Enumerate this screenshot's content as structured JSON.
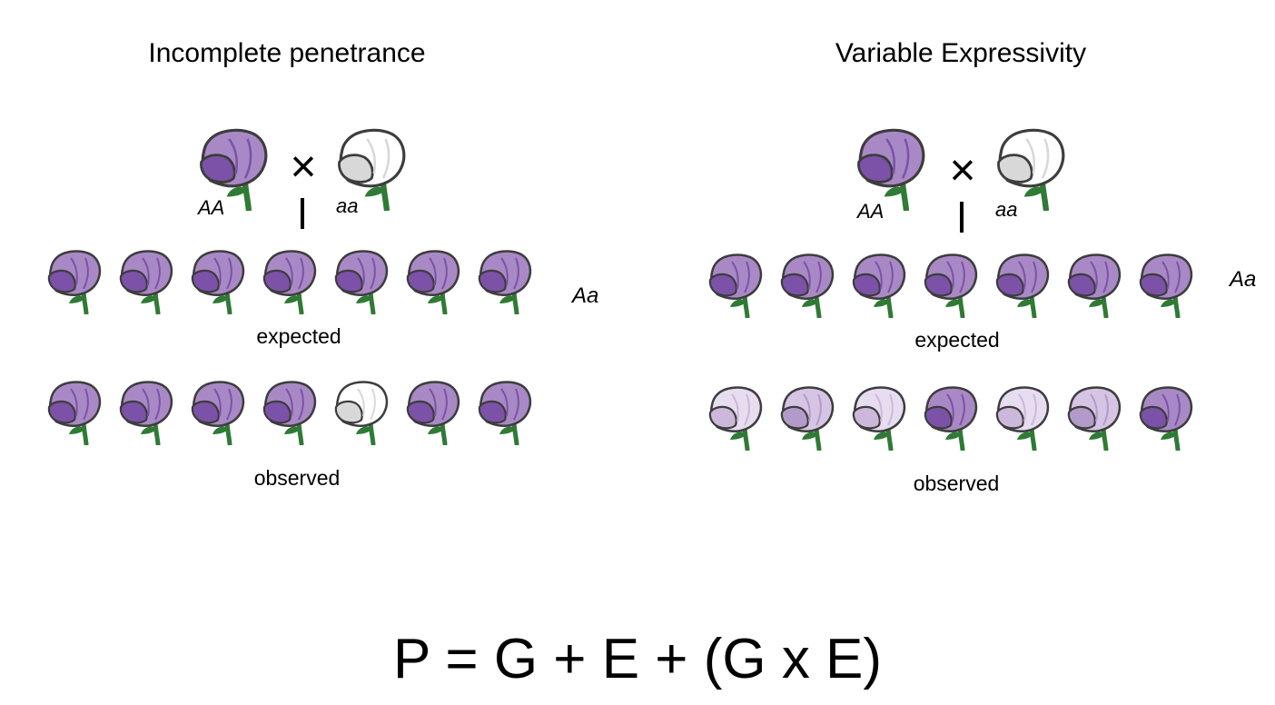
{
  "colors": {
    "purple_petal": "#a989c5",
    "purple_shade": "#7c52a8",
    "white_petal": "#ffffff",
    "white_shade": "#d8d8d8",
    "pale_petal": "#e8dcf0",
    "pale_shade": "#cbb8da",
    "light_petal": "#d6c4e4",
    "light_shade": "#b39bc9",
    "outline": "#3d3d3d",
    "stem": "#2f7a35"
  },
  "icons": {
    "flower": "sweet-pea-flower-icon",
    "cross": "cross-symbol",
    "descent": "descent-line"
  },
  "panels": {
    "left": {
      "title": "Incomplete penetrance",
      "cross": {
        "symbol": "×",
        "parent1_genotype": "AA",
        "parent2_genotype": "aa",
        "parent1_shade": "purple",
        "parent2_shade": "white"
      },
      "offspring_genotype": "Aa",
      "expected": {
        "label": "expected",
        "flowers": [
          "purple",
          "purple",
          "purple",
          "purple",
          "purple",
          "purple",
          "purple"
        ]
      },
      "observed": {
        "label": "observed",
        "flowers": [
          "purple",
          "purple",
          "purple",
          "purple",
          "white",
          "purple",
          "purple"
        ]
      }
    },
    "right": {
      "title": "Variable Expressivity",
      "cross": {
        "symbol": "×",
        "parent1_genotype": "AA",
        "parent2_genotype": "aa",
        "parent1_shade": "purple",
        "parent2_shade": "white"
      },
      "offspring_genotype": "Aa",
      "expected": {
        "label": "expected",
        "flowers": [
          "purple",
          "purple",
          "purple",
          "purple",
          "purple",
          "purple",
          "purple"
        ]
      },
      "observed": {
        "label": "observed",
        "flowers": [
          "pale",
          "light",
          "pale",
          "purple",
          "pale",
          "light",
          "purple"
        ]
      }
    }
  },
  "equation": "P = G + E + (G x E)"
}
